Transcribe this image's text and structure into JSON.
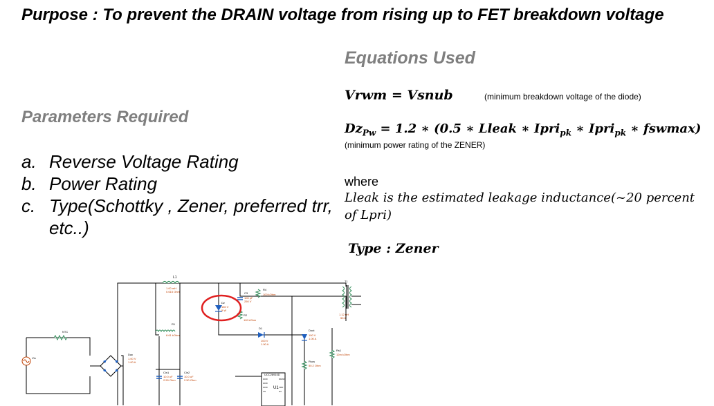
{
  "purpose": "Purpose : To prevent the DRAIN voltage from rising up to FET breakdown voltage",
  "params": {
    "heading": "Parameters  Required",
    "items": [
      {
        "marker": "a.",
        "text": "Reverse Voltage Rating"
      },
      {
        "marker": "b.",
        "text": "Power Rating"
      },
      {
        "marker": "c.",
        "text": "Type(Schottky  , Zener, preferred trr, etc..)"
      }
    ]
  },
  "equations": {
    "heading": "Equations Used",
    "vrwm": "Vrwm = Vsnub",
    "vrwm_note": "(minimum breakdown  voltage  of the diode)",
    "dzpw_lhs": "Dz",
    "dzpw_sub": "Pw",
    "dzpw_rhs1": " = 1.2 ∗ (0.5 ∗ Lleak ∗ Ipri",
    "pk1": "pk",
    "dzpw_rhs2": " ∗ Ipri",
    "pk2": "pk",
    "dzpw_rhs3": " ∗ fswmax)",
    "dzpw_note": "(minimum  power  rating of the ZENER)",
    "where": "where",
    "lleak_line1": "Lleak is the estimated leakage inductance(~20 percent",
    "lleak_line2": "of Lpri)",
    "type": "Type : Zener"
  },
  "schematic": {
    "l1": "L1",
    "l1_val": "1.00 mH",
    "l1_r": "0.615 Ohm",
    "c3": "C3",
    "c3_val": "100 pF",
    "c3_v": "250 V",
    "r4": "R4",
    "r4_val": "100 kOhm",
    "r2": "R2",
    "r2_val": "110 kOhm",
    "dz": "Dz",
    "dz_val": "150 V",
    "dz_w": "5 W",
    "r1": "R1",
    "r1_val": "8.61 kOhm",
    "d1": "D1",
    "d1_v": "100 V",
    "d1_a": "1.00 A",
    "dout": "Dout",
    "dout_v": "100 V",
    "dout_a": "1.00 A",
    "t1": "T1",
    "t1_val": "1.12 uH",
    "t1_n": "50.0",
    "ntc": "NTC",
    "dac": "Dac",
    "dac_v": "1.00 V",
    "dac_a": "1.00 A",
    "vin": "Vin",
    "cin1": "Cin1",
    "cin1_val": "10.0 uF",
    "cin1_v": "2.50 Ohm",
    "cin2": "Cin2",
    "cin2_val": "10.0 uF",
    "cin2_v": "2.50 Ohm",
    "rsus": "Rsus",
    "rsus_val": "50.2 Ohm",
    "rs1": "Rs1",
    "rs1_val": "12m kOhm",
    "ic": "UCC28910D",
    "u1": "U1",
    "pin_gnd1": "GND",
    "pin_gnd2": "GND",
    "pin_gnd3": "GND",
    "pin_vs": "VS",
    "pin_drain": "DRAIN",
    "pin_vdd": "VDD",
    "pin_hv": "HV"
  },
  "colors": {
    "heading_gray": "#7f7f7f",
    "highlight_circle": "#e02020",
    "wire": "#000000",
    "component_blue": "#1f5fbf",
    "component_green": "#2e8b57"
  }
}
